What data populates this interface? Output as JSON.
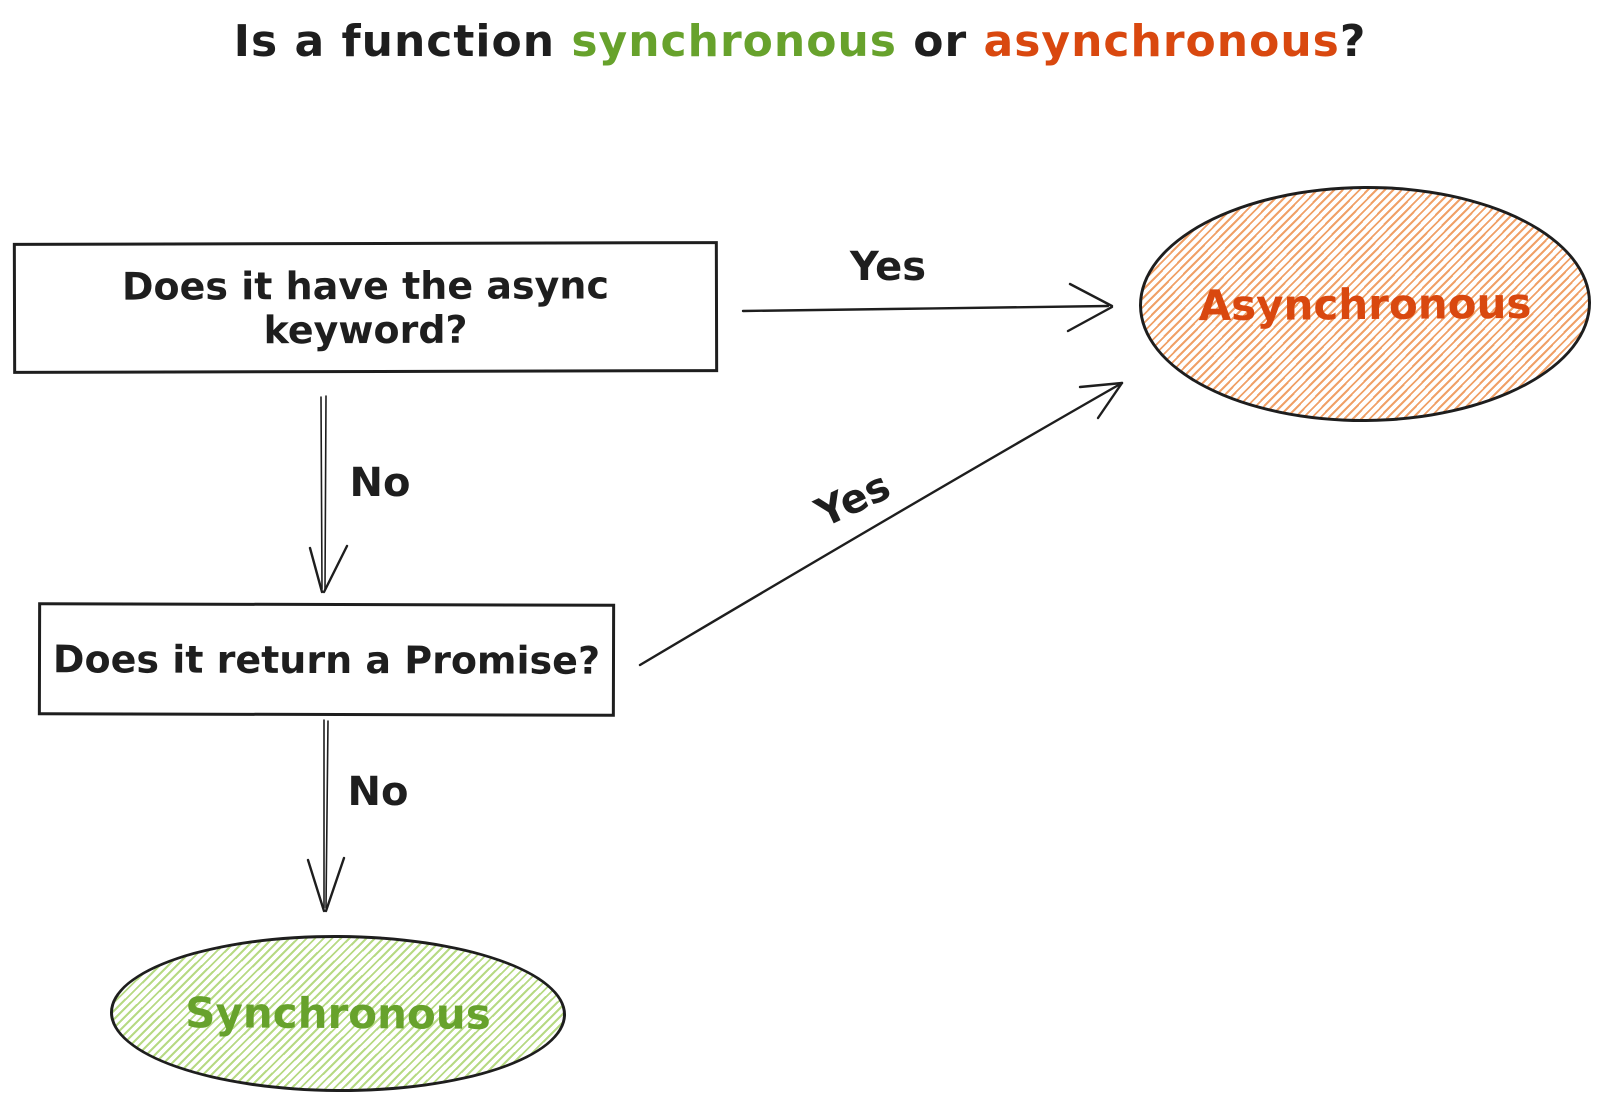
{
  "diagram_type": "flowchart",
  "colors": {
    "stroke_black": "#1e1e1e",
    "green_text": "#67a22c",
    "orange_text": "#d9480f",
    "green_hatch": "#b7da84",
    "orange_hatch": "#f0a168",
    "background": "#ffffff"
  },
  "title": {
    "part1": "Is a function ",
    "sync_word": "synchronous",
    "part2": " or ",
    "async_word": "asynchronous",
    "part3": "?"
  },
  "nodes": {
    "q_async_keyword": {
      "label": "Does it have the async keyword?",
      "shape": "rectangle"
    },
    "q_return_promise": {
      "label": "Does it return a Promise?",
      "shape": "rectangle"
    },
    "result_asynchronous": {
      "label": "Asynchronous",
      "shape": "ellipse",
      "fill": "orange-hatch"
    },
    "result_synchronous": {
      "label": "Synchronous",
      "shape": "ellipse",
      "fill": "green-hatch"
    }
  },
  "edges": {
    "q1_to_async": {
      "label": "Yes",
      "from": "q_async_keyword",
      "to": "result_asynchronous"
    },
    "q1_to_q2": {
      "label": "No",
      "from": "q_async_keyword",
      "to": "q_return_promise"
    },
    "q2_to_async": {
      "label": "Yes",
      "from": "q_return_promise",
      "to": "result_asynchronous"
    },
    "q2_to_sync": {
      "label": "No",
      "from": "q_return_promise",
      "to": "result_synchronous"
    }
  }
}
